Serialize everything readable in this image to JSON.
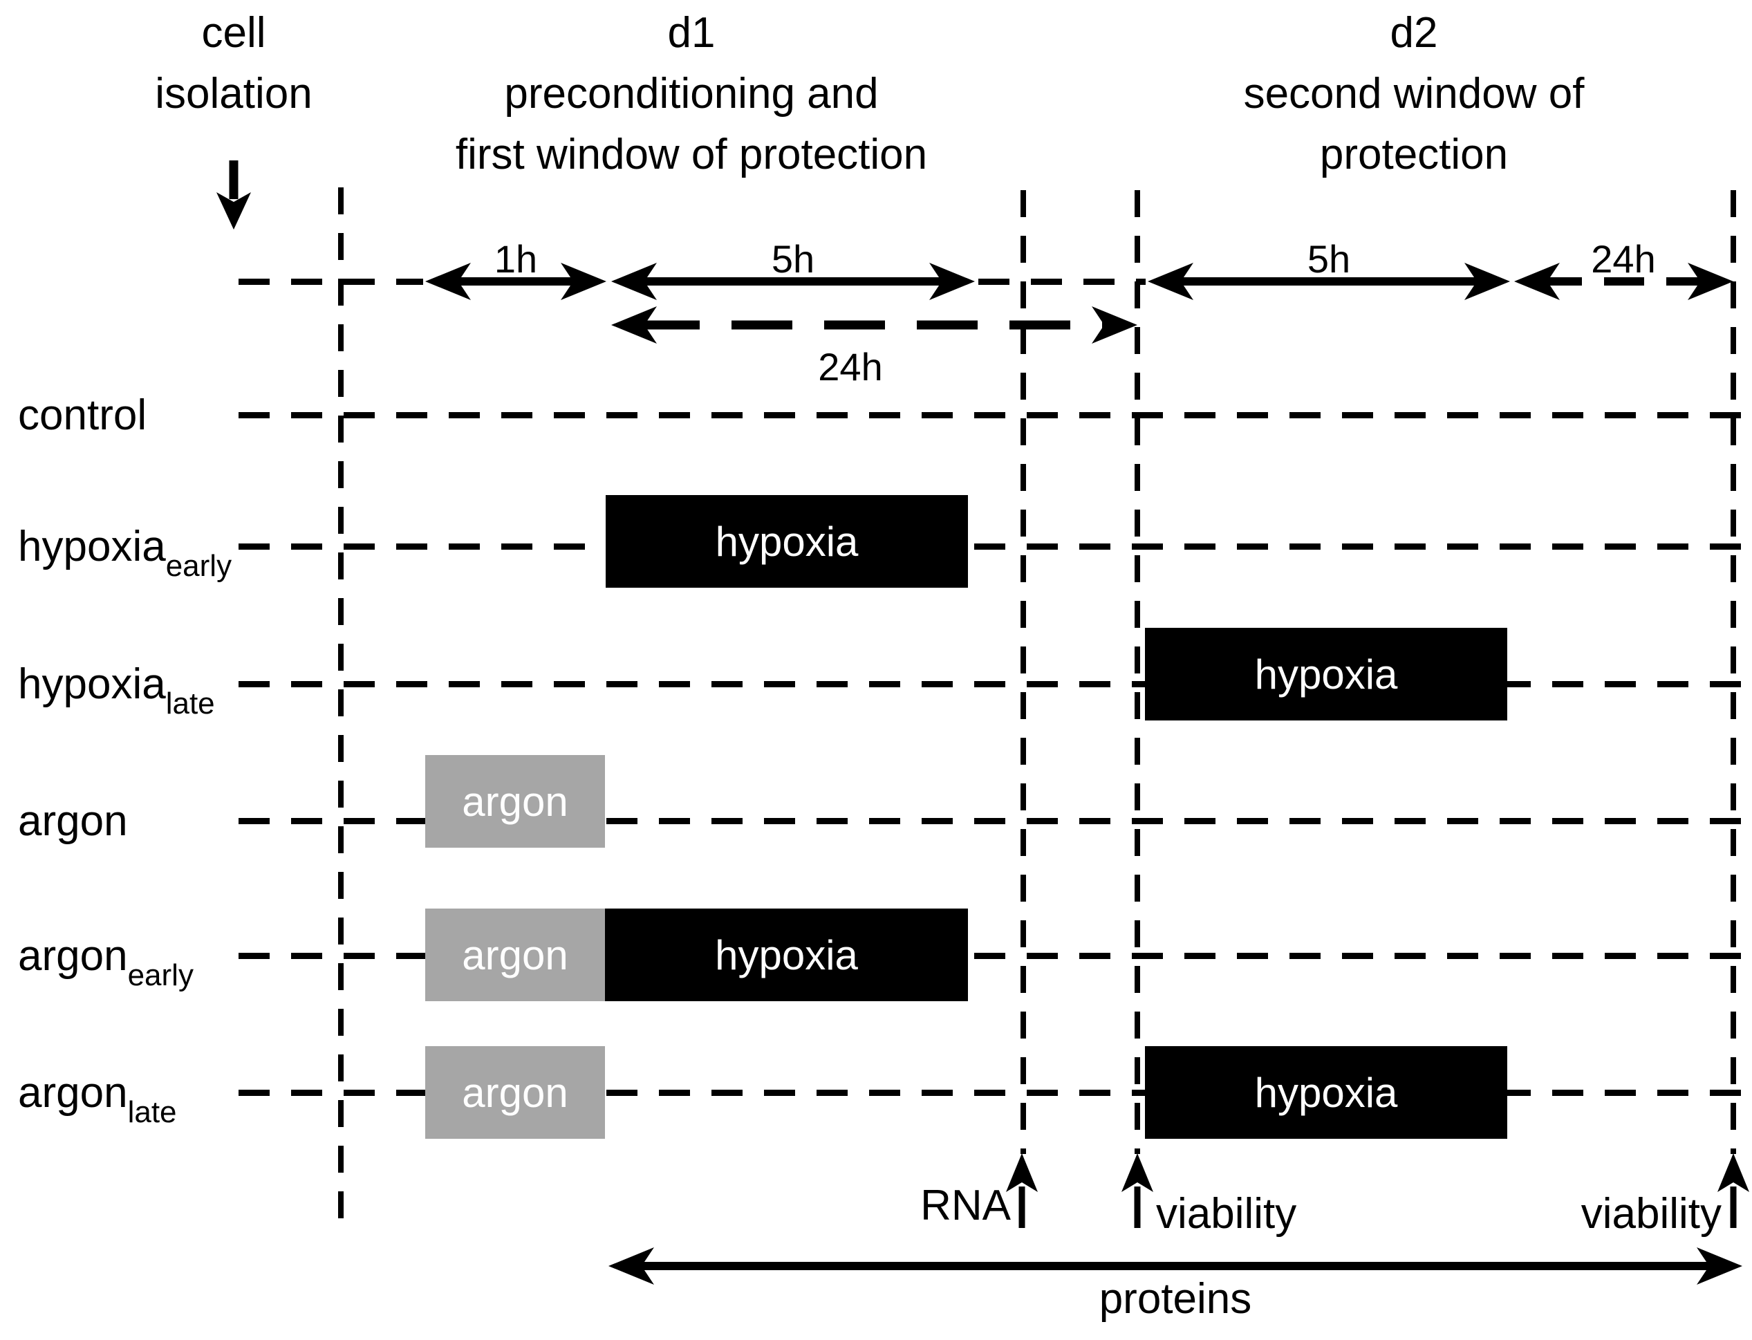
{
  "header": {
    "cell_isolation": [
      "cell",
      "isolation"
    ],
    "d1": [
      "d1",
      "preconditioning and",
      "first window of protection"
    ],
    "d2": [
      "d2",
      "second window of",
      "protection"
    ]
  },
  "time_axis": {
    "d1_argon_duration": "1h",
    "d1_hypoxia_duration": "5h",
    "d1_recovery_duration": "24h",
    "d2_hypoxia_duration": "5h",
    "d2_recovery_duration": "24h"
  },
  "rows": [
    {
      "label": "control",
      "sub": ""
    },
    {
      "label": "hypoxia",
      "sub": "early"
    },
    {
      "label": "hypoxia",
      "sub": "late"
    },
    {
      "label": "argon",
      "sub": ""
    },
    {
      "label": "argon",
      "sub": "early"
    },
    {
      "label": "argon",
      "sub": "late"
    }
  ],
  "boxes": {
    "hypoxia": "hypoxia",
    "argon": "argon"
  },
  "measurements": {
    "rna": "RNA",
    "viability_start_d2": "viability",
    "viability_end_d2": "viability",
    "proteins": "proteins"
  },
  "colors": {
    "ink": "#000000",
    "hypoxia_box": "#000000",
    "argon_box": "#a6a6a6",
    "box_text": "#ffffff",
    "background": "#ffffff"
  }
}
